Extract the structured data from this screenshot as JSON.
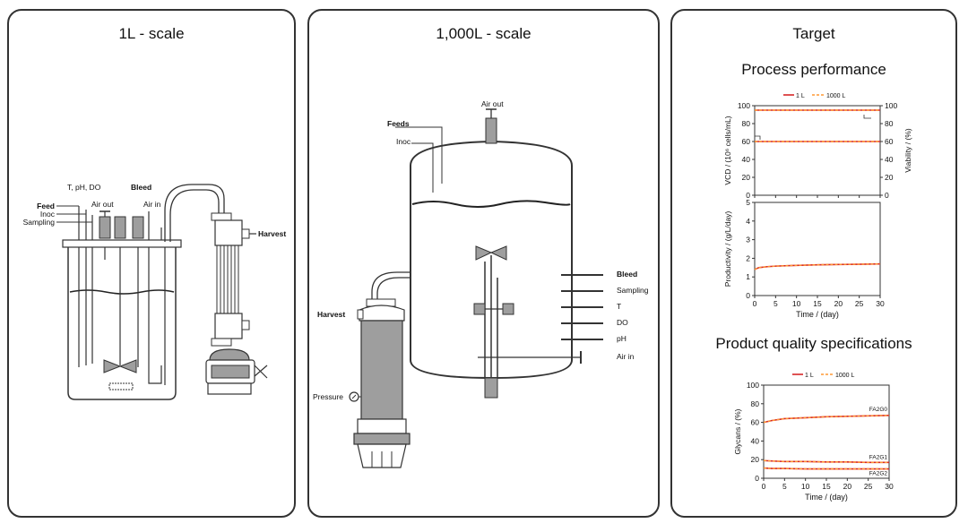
{
  "panels": {
    "small": {
      "title": "1L - scale",
      "labels": {
        "t_ph_do": "T, pH, DO",
        "bleed": "Bleed",
        "air_out": "Air out",
        "air_in": "Air in",
        "feed": "Feed",
        "inoc": "Inoc",
        "sampling": "Sampling",
        "harvest": "Harvest"
      }
    },
    "large": {
      "title": "1,000L - scale",
      "labels": {
        "air_out": "Air out",
        "feeds": "Feeds",
        "inoc": "Inoc",
        "bleed": "Bleed",
        "sampling": "Sampling",
        "t": "T",
        "do": "DO",
        "ph": "pH",
        "air_in": "Air in",
        "harvest": "Harvest",
        "pressure": "Pressure"
      }
    },
    "target": {
      "title": "Target",
      "process_title": "Process performance",
      "quality_title": "Product quality specifications"
    }
  },
  "colors": {
    "series_1l": "#d62728",
    "series_1000l": "#ff9933",
    "line": "#333333",
    "fill": "#9e9e9e"
  },
  "chart_data": [
    {
      "type": "line",
      "legend": [
        "1 L",
        "1000 L"
      ],
      "ylabel_left": "VCD / (10⁶ cells/mL)",
      "ylabel_right": "Viability / (%)",
      "ylim": [
        0,
        100
      ],
      "yticks": [
        "0",
        "20",
        "40",
        "60",
        "80",
        "100"
      ],
      "series": [
        {
          "name": "1 L",
          "x": [
            0,
            30
          ],
          "y": [
            60,
            60
          ]
        },
        {
          "name": "1000 L",
          "x": [
            0,
            30
          ],
          "y": [
            60,
            60
          ]
        },
        {
          "name": "1 L",
          "x": [
            0,
            30
          ],
          "y": [
            95,
            95
          ]
        },
        {
          "name": "1000 L",
          "x": [
            0,
            30
          ],
          "y": [
            95,
            95
          ]
        }
      ]
    },
    {
      "type": "line",
      "xlabel": "Time / (day)",
      "ylabel": "Productivity / (g/L/day)",
      "ylim": [
        0,
        5
      ],
      "xlim": [
        0,
        30
      ],
      "yticks": [
        "0",
        "1",
        "2",
        "3",
        "4",
        "5"
      ],
      "xticks": [
        "0",
        "5",
        "10",
        "15",
        "20",
        "25",
        "30"
      ],
      "series": [
        {
          "name": "1 L",
          "x": [
            0,
            1,
            3,
            5,
            10,
            15,
            20,
            25,
            30
          ],
          "y": [
            1.4,
            1.5,
            1.55,
            1.58,
            1.62,
            1.65,
            1.67,
            1.68,
            1.7
          ]
        },
        {
          "name": "1000 L",
          "x": [
            0,
            1,
            3,
            5,
            10,
            15,
            20,
            25,
            30
          ],
          "y": [
            1.4,
            1.5,
            1.55,
            1.58,
            1.62,
            1.65,
            1.67,
            1.68,
            1.7
          ]
        }
      ]
    },
    {
      "type": "line",
      "legend": [
        "1 L",
        "1000 L"
      ],
      "xlabel": "Time / (day)",
      "ylabel": "Glycans / (%)",
      "ylim": [
        0,
        100
      ],
      "xlim": [
        0,
        30
      ],
      "yticks": [
        "0",
        "20",
        "40",
        "60",
        "80",
        "100"
      ],
      "xticks": [
        "0",
        "5",
        "10",
        "15",
        "20",
        "25",
        "30"
      ],
      "annotations": [
        "FA2G0",
        "FA2G1",
        "FA2G2"
      ],
      "series": [
        {
          "name": "1 L",
          "x": [
            0,
            2,
            5,
            10,
            15,
            20,
            25,
            30
          ],
          "y": [
            60,
            62,
            64,
            65,
            66,
            66.5,
            67,
            67.5
          ]
        },
        {
          "name": "1000 L",
          "x": [
            0,
            2,
            5,
            10,
            15,
            20,
            25,
            30
          ],
          "y": [
            60,
            62,
            64,
            65,
            66,
            66.5,
            67,
            67.5
          ]
        },
        {
          "name": "1 L",
          "x": [
            0,
            2,
            5,
            10,
            15,
            20,
            25,
            30
          ],
          "y": [
            19,
            18.5,
            18,
            18,
            17.5,
            17.5,
            17,
            17
          ]
        },
        {
          "name": "1000 L",
          "x": [
            0,
            2,
            5,
            10,
            15,
            20,
            25,
            30
          ],
          "y": [
            19,
            18.5,
            18,
            18,
            17.5,
            17.5,
            17,
            17
          ]
        },
        {
          "name": "1 L",
          "x": [
            0,
            2,
            5,
            10,
            15,
            20,
            25,
            30
          ],
          "y": [
            11,
            10.5,
            10.5,
            10,
            10,
            10,
            10,
            10
          ]
        },
        {
          "name": "1000 L",
          "x": [
            0,
            2,
            5,
            10,
            15,
            20,
            25,
            30
          ],
          "y": [
            11,
            10.5,
            10.5,
            10,
            10,
            10,
            10,
            10
          ]
        }
      ]
    }
  ]
}
